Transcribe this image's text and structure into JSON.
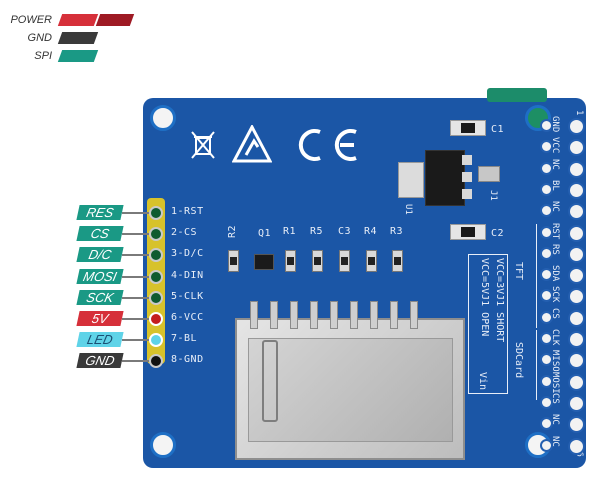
{
  "legend": [
    {
      "label": "POWER",
      "color": "#d6303a",
      "color2": "#9e1a24"
    },
    {
      "label": "GND",
      "color": "#3a3a3a"
    },
    {
      "label": "SPI",
      "color": "#1a9985"
    }
  ],
  "pin_labels": [
    {
      "label": "RES",
      "color": "#1a9985",
      "silk": "1-RST"
    },
    {
      "label": "CS",
      "color": "#1a9985",
      "silk": "2-CS"
    },
    {
      "label": "D/C",
      "color": "#1a9985",
      "silk": "3-D/C"
    },
    {
      "label": "MOSI",
      "color": "#1a9985",
      "silk": "4-DIN"
    },
    {
      "label": "SCK",
      "color": "#1a9985",
      "silk": "5-CLK"
    },
    {
      "label": "5V",
      "color": "#d6303a",
      "silk": "6-VCC"
    },
    {
      "label": "LED",
      "color": "#5fd3e8",
      "silk": "7-BL"
    },
    {
      "label": "GND",
      "color": "#3a3a3a",
      "silk": "8-GND"
    }
  ],
  "right_header": {
    "top_number": "1",
    "bottom_number": "16",
    "pins": [
      "GND",
      "VCC",
      "NC",
      "BL",
      "NC",
      "RST",
      "RS",
      "SDA",
      "SCK",
      "CS",
      "CLK",
      "MISO",
      "MOSI",
      "CS",
      "NC",
      "NC"
    ]
  },
  "board_text": {
    "tft": "TFT",
    "sdcard": "SDCard",
    "vin": "Vin",
    "vcc_open": "VCC=5VJ1 OPEN",
    "vcc_short": "VCC=3VJ1 SHORT",
    "c1": "C1",
    "c2": "C2",
    "u1": "U1",
    "j1": "J1",
    "r2": "R2",
    "q1": "Q1",
    "r1": "R1",
    "r5": "R5",
    "c3": "C3",
    "r4": "R4",
    "r3": "R3"
  }
}
